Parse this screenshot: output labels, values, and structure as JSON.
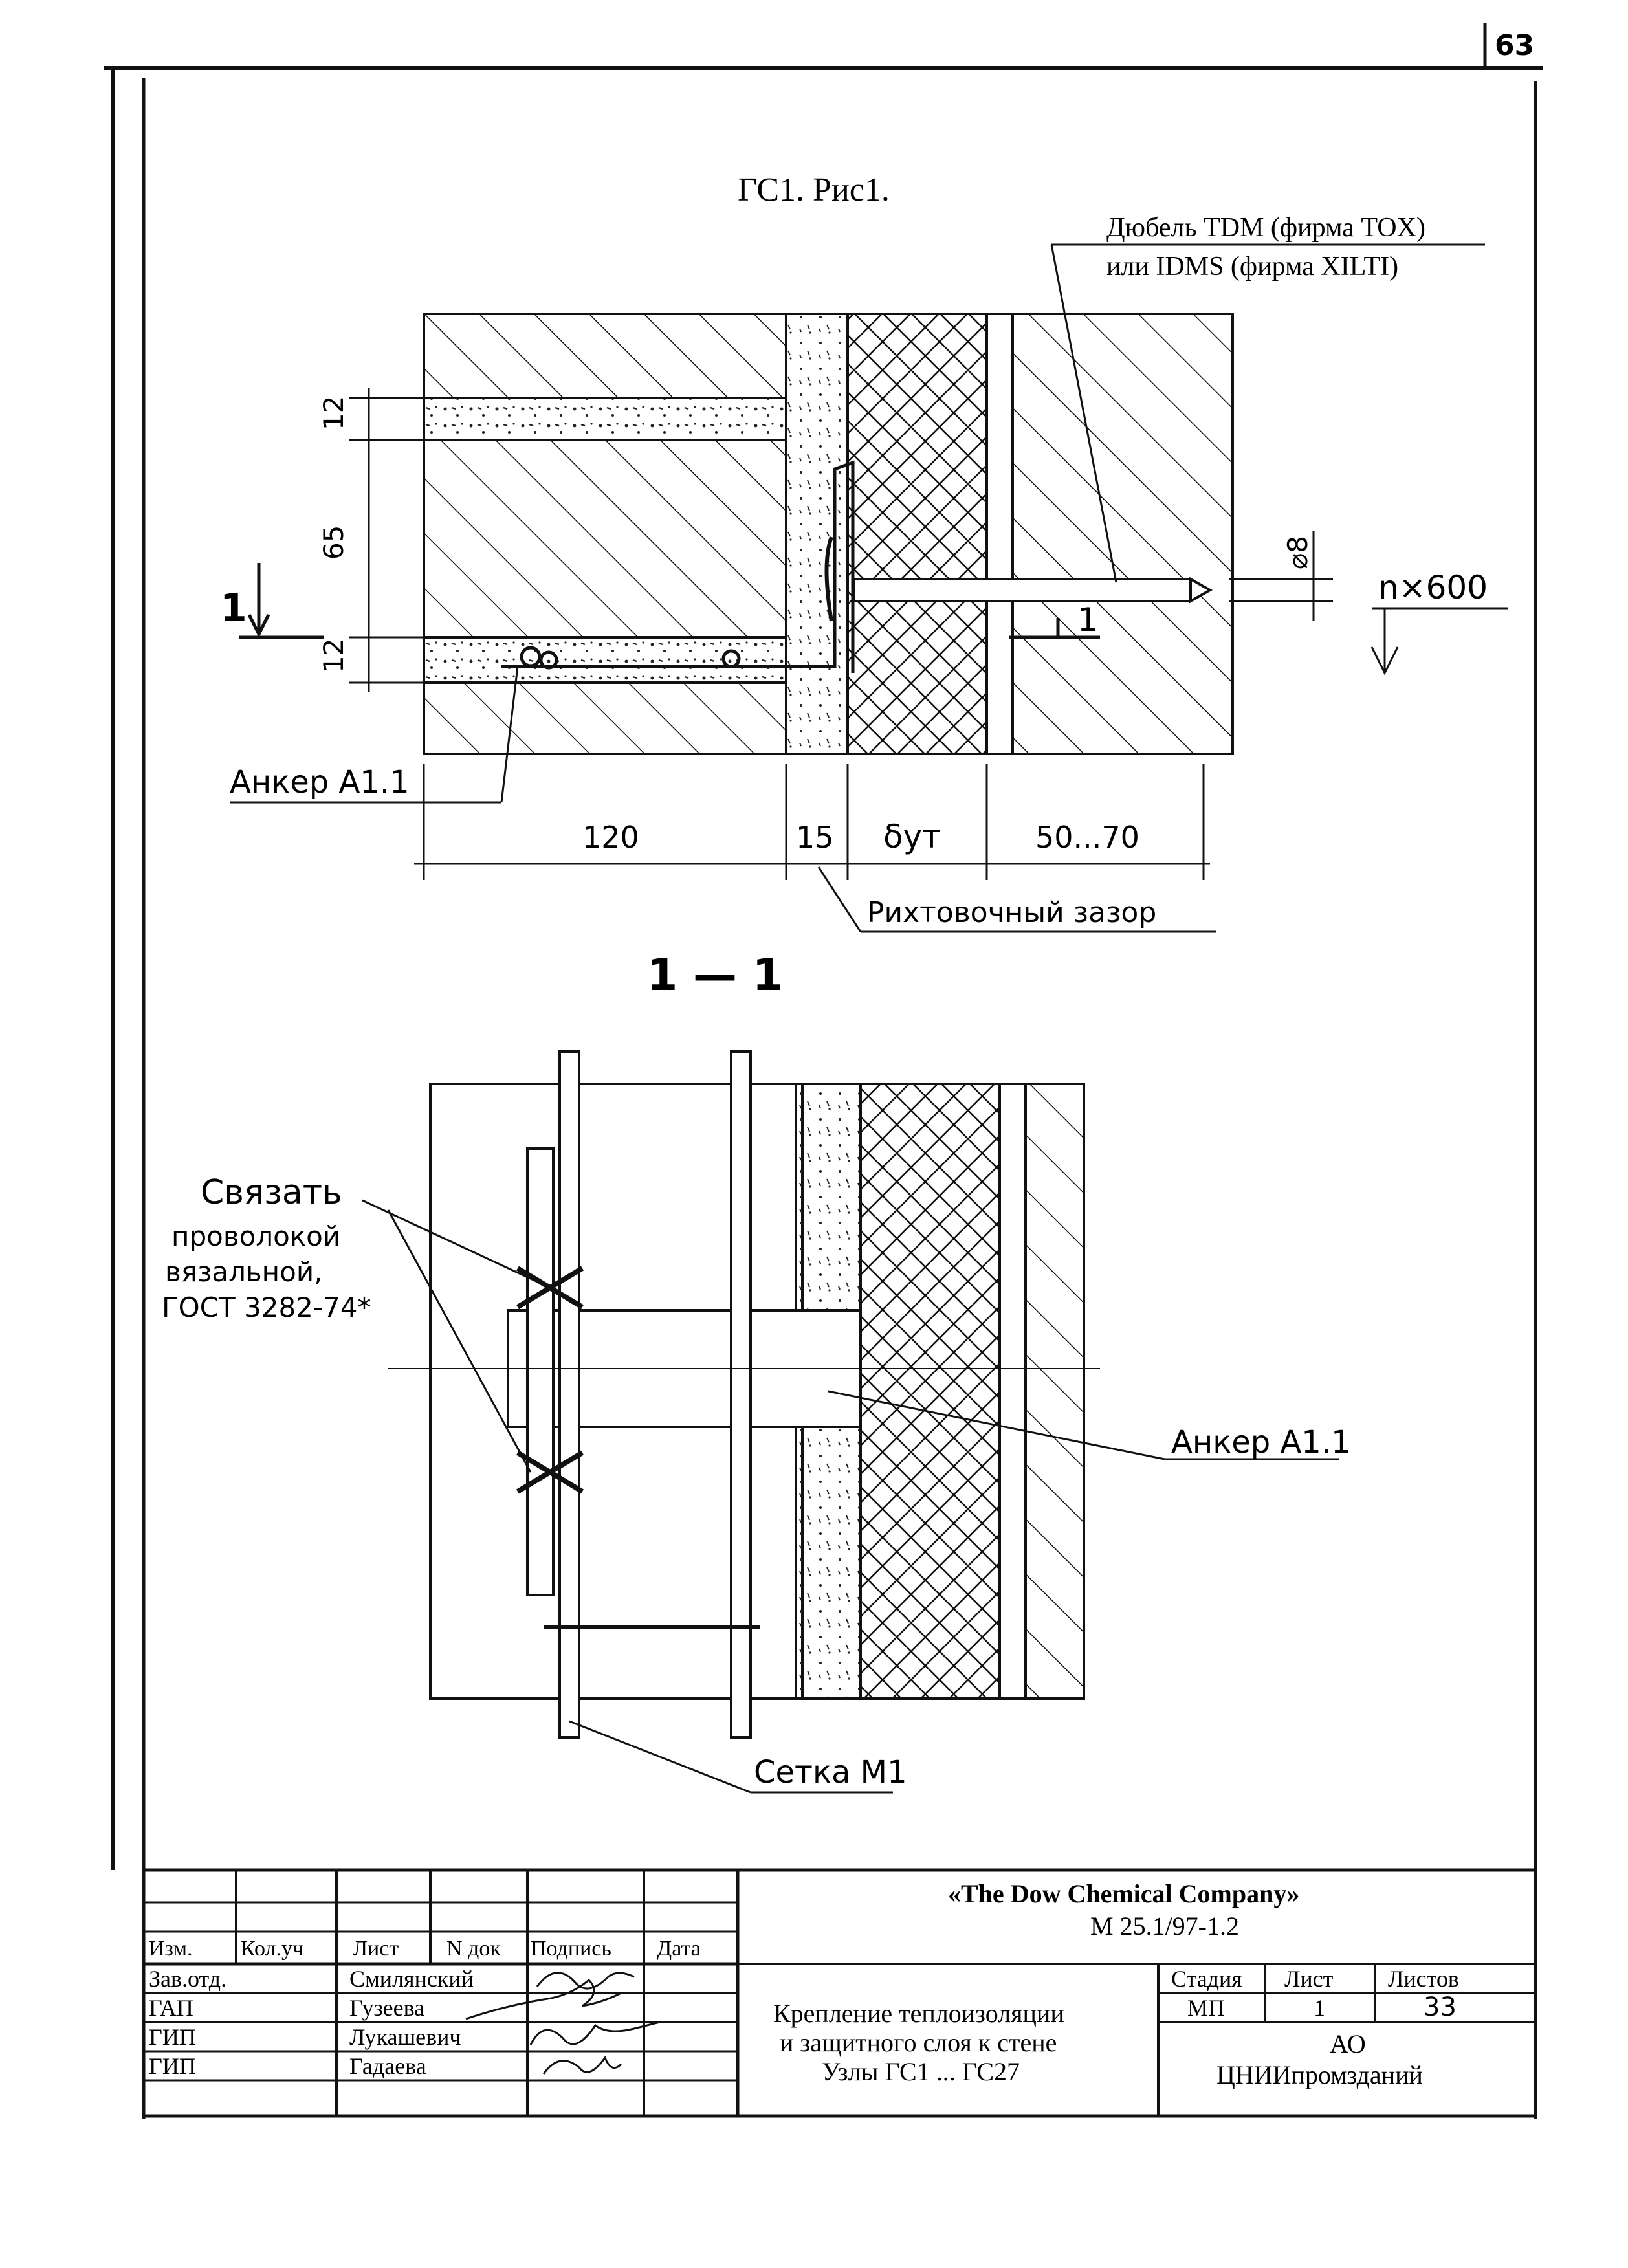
{
  "sheet": {
    "page_number": "63"
  },
  "fig1": {
    "title": "ГС1. Рис1.",
    "dowel_label_1": "Дюбель TDM (фирма TOX)",
    "dowel_label_2": "или IDMS (фирма XILTI)",
    "dim_12_top": "12",
    "dim_65": "65",
    "dim_12_bottom": "12",
    "section_mark": "1",
    "diameter": "⌀8",
    "spacing": "n×600",
    "anchor_label": "Анкер А1.1",
    "dim_120": "120",
    "dim_15": "15",
    "dim_insulation": "δут",
    "dim_50_70": "50...70",
    "gap_label": "Рихтовочный зазор"
  },
  "section": {
    "title": "1 — 1",
    "tie_label_1": "Связать",
    "tie_label_2": "проволокой",
    "tie_label_3": "вязальной,",
    "tie_label_4": "ГОСТ 3282-74*",
    "anchor_label": "Анкер А1.1",
    "mesh_label": "Сетка М1"
  },
  "title_block": {
    "col_headers": [
      "Изм.",
      "Кол.уч",
      "Лист",
      "N док",
      "Подпись",
      "Дата"
    ],
    "rows": [
      {
        "role": "Зав.отд.",
        "name": "Смилянский"
      },
      {
        "role": "ГАП",
        "name": "Гузеева"
      },
      {
        "role": "ГИП",
        "name": "Лукашевич"
      },
      {
        "role": "ГИП",
        "name": "Гадаева"
      }
    ],
    "company": "«The Dow Chemical Company»",
    "doc_code": "М 25.1/97-1.2",
    "title_1": "Крепление теплоизоляции",
    "title_2": "и защитного слоя к стене",
    "title_3": "Узлы ГС1 ... ГС27",
    "stage_header": "Стадия",
    "sheet_header": "Лист",
    "sheets_header": "Листов",
    "stage": "МП",
    "sheet": "1",
    "sheets": "33",
    "org_1": "АО",
    "org_2": "ЦНИИпромзданий"
  }
}
